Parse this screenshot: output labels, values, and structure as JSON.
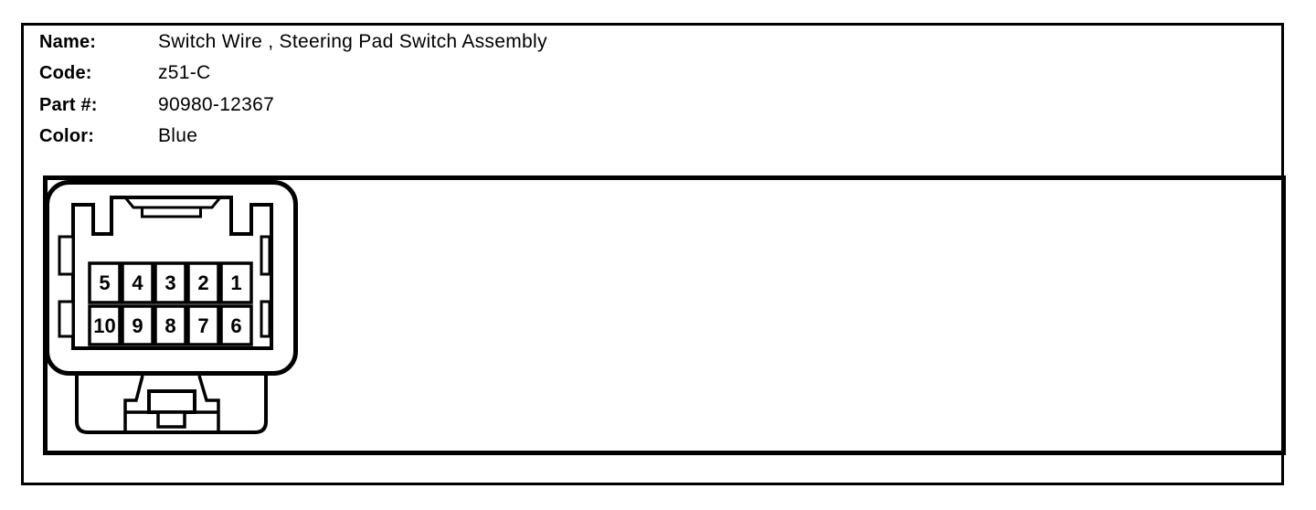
{
  "colors": {
    "ink": "#000000",
    "paper": "#ffffff"
  },
  "header": {
    "fields": [
      {
        "label": "Name:",
        "value": "Switch Wire , Steering Pad Switch Assembly"
      },
      {
        "label": "Code:",
        "value": "z51-C"
      },
      {
        "label": "Part #:",
        "value": "90980-12367"
      },
      {
        "label": "Color:",
        "value": "Blue"
      }
    ]
  },
  "connector": {
    "pins": [
      "5",
      "4",
      "3",
      "2",
      "1",
      "10",
      "9",
      "8",
      "7",
      "6"
    ]
  }
}
